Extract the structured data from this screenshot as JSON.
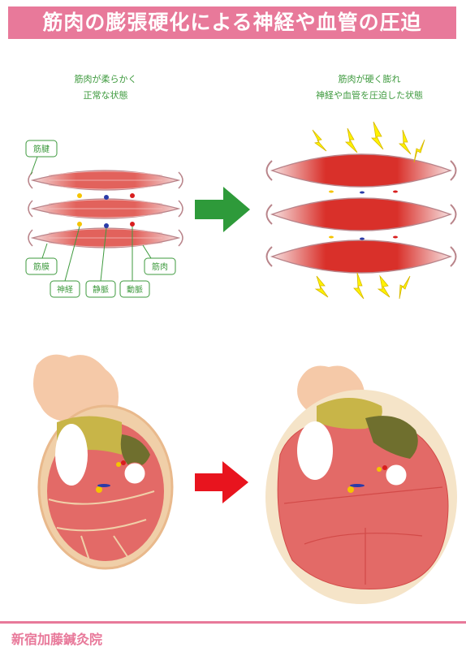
{
  "title": "筋肉の膨張硬化による神経や血管の圧迫",
  "left_caption": [
    "筋肉が柔らかく",
    "正常な状態"
  ],
  "right_caption": [
    "筋肉が硬く膨れ",
    "神経や血管を圧迫した状態"
  ],
  "labels": {
    "tendon": "筋腱",
    "fascia": "筋膜",
    "nerve": "神経",
    "vein": "静脈",
    "artery": "動脈",
    "muscle": "筋肉"
  },
  "footer": "新宿加藤鍼灸院",
  "colors": {
    "brand_pink": "#e8799a",
    "label_green": "#3e9a3e",
    "arrow_green": "#2e9a3a",
    "arrow_red": "#e8141e",
    "muscle_red": "#e0564f",
    "nerve_yellow": "#f5c400",
    "vein_blue": "#2a3aa8",
    "artery_red": "#d81e1e"
  }
}
